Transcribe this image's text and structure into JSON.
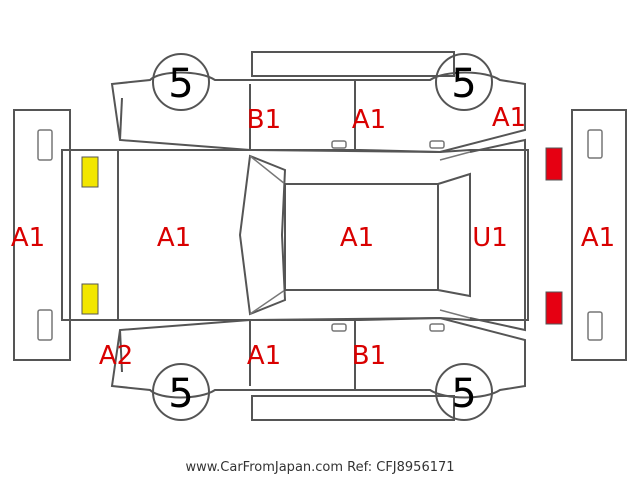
{
  "codes": {
    "front_bumper": "A1",
    "hood": "A1",
    "roof": "A1",
    "rear_window": "U1",
    "rear_bumper": "A1",
    "front_left_corner": "A2",
    "top_front_door": "B1",
    "top_rear_door": "A1",
    "top_rear_quarter": "A1",
    "bottom_front_door": "A1",
    "bottom_rear_door": "B1"
  },
  "tires": {
    "top_front": "5",
    "top_rear": "5",
    "bottom_front": "5",
    "bottom_rear": "5"
  },
  "lamps": {
    "front_color": "#f2e600",
    "rear_color": "#e60012"
  },
  "footer": "www.CarFromJapan.com Ref: CFJ8956171"
}
